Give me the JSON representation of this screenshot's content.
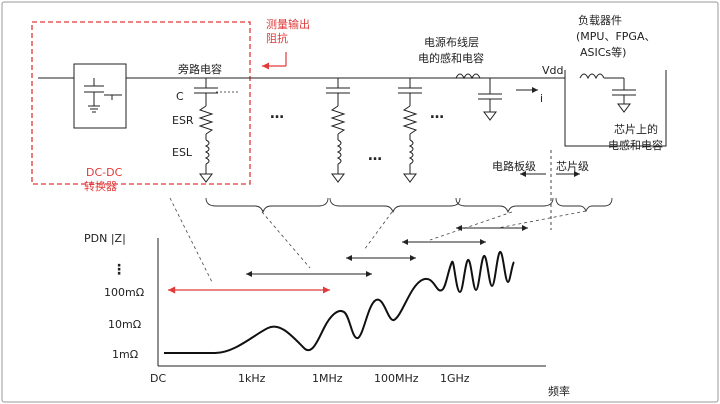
{
  "labels": {
    "measure_output_impedance_1": "测量输出",
    "measure_output_impedance_2": "阻抗",
    "bypass_cap": "旁路电容",
    "c": "C",
    "esr": "ESR",
    "esl": "ESL",
    "dcdc_1": "DC-DC",
    "dcdc_2": "转换器",
    "pdn_wiring_1": "电源布线层",
    "pdn_wiring_2": "电的感和电容",
    "vdd": "Vdd",
    "i": "i",
    "load_1": "负载器件",
    "load_2": "(MPU、FPGA、",
    "load_3": "ASICs等)",
    "onchip_1": "芯片上的",
    "onchip_2": "电感和电容",
    "board_level": "电路板级",
    "chip_level": "芯片级",
    "pdn_z": "PDN |Z|",
    "y_dots": "⋮",
    "y_100m": "100mΩ",
    "y_10m": "10mΩ",
    "y_1m": "1mΩ",
    "x_dc": "DC",
    "x_1k": "1kHz",
    "x_1m": "1MHz",
    "x_100m": "100MHz",
    "x_1g": "1GHz",
    "x_axis": "频率",
    "ellipsis_1": "…",
    "ellipsis_2": "…",
    "ellipsis_3": "…"
  },
  "colors": {
    "accent_red": "#e03a3a",
    "ink": "#222222",
    "border": "#9a9a9a"
  }
}
